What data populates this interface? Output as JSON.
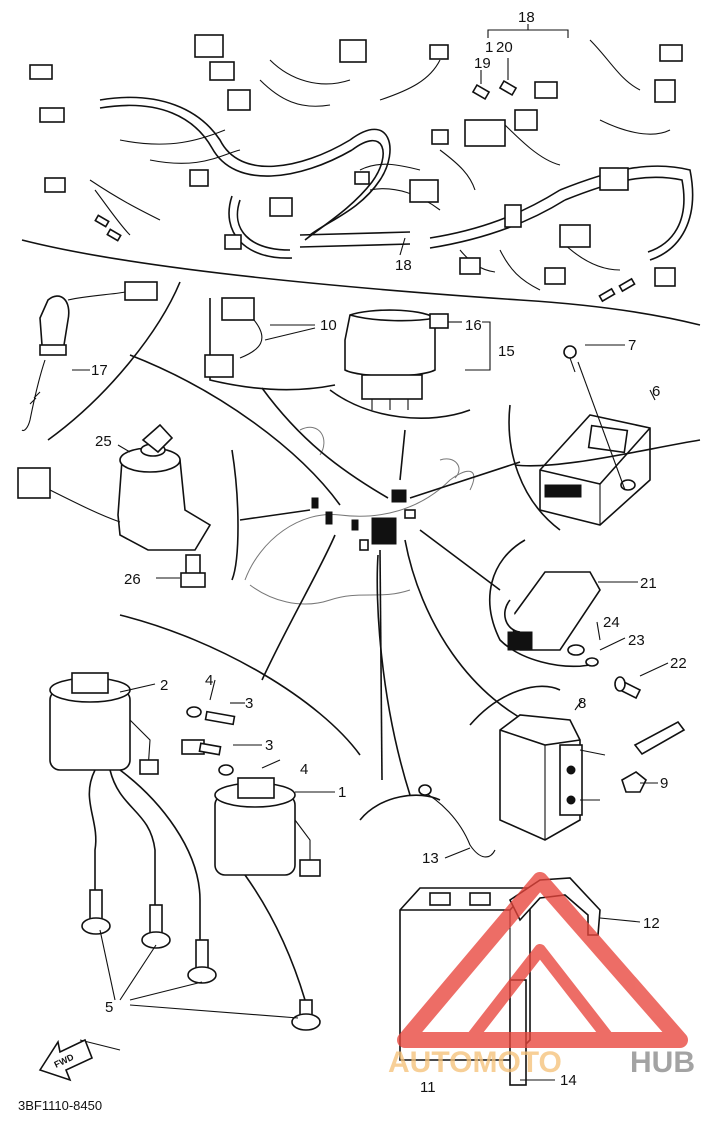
{
  "diagram": {
    "code": "3BF1110-8450",
    "fwd_label": "FWD",
    "callouts": {
      "c1": "1",
      "c2": "2",
      "c3a": "3",
      "c3b": "3",
      "c4a": "4",
      "c4b": "4",
      "c5": "5",
      "c6": "6",
      "c7": "7",
      "c8": "8",
      "c9": "9",
      "c10": "10",
      "c11": "11",
      "c12": "12",
      "c13": "13",
      "c14": "14",
      "c15": "15",
      "c16": "16",
      "c17": "17",
      "c18a": "18",
      "c18b": "18",
      "c19": "19",
      "c20": "20",
      "c21": "21",
      "c22": "22",
      "c23": "23",
      "c24": "24",
      "c25": "25",
      "c26": "26"
    }
  },
  "watermark": {
    "part_a": "AUTOMOTO",
    "part_b": "HUB"
  },
  "colors": {
    "ink": "#111111",
    "watermark_red": "#e8453c",
    "watermark_orange": "#f5c27a",
    "watermark_grey": "#8a8a8a"
  }
}
